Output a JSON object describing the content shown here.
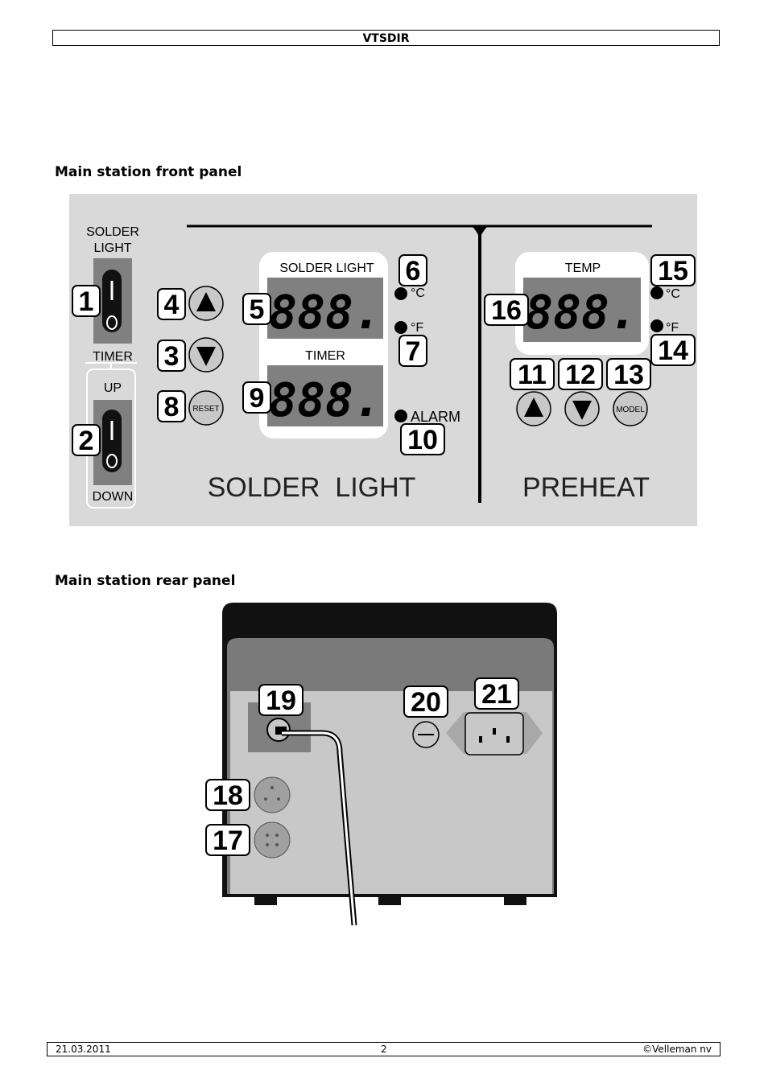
{
  "header": {
    "title": "VTSDIR"
  },
  "sections": {
    "front_title": "Main station front panel",
    "rear_title": "Main station rear panel"
  },
  "front_panel": {
    "solder_light_switch_label_1": "SOLDER",
    "solder_light_switch_label_2": "LIGHT",
    "timer_label": "TIMER",
    "up_label": "UP",
    "down_label": "DOWN",
    "solder_light_display_label": "SOLDER LIGHT",
    "timer_display_label": "TIMER",
    "temp_display_label": "TEMP",
    "display_value": "888.",
    "unit_c": "°C",
    "unit_f": "°F",
    "alarm_label": "ALARM",
    "reset_label": "RESET",
    "model_label": "MODEL",
    "solder_light_section": "SOLDER  LIGHT",
    "preheat_section": "PREHEAT",
    "callouts": [
      "1",
      "2",
      "3",
      "4",
      "5",
      "6",
      "7",
      "8",
      "9",
      "10",
      "11",
      "12",
      "13",
      "14",
      "15",
      "16"
    ]
  },
  "rear_panel": {
    "callouts": [
      "17",
      "18",
      "19",
      "20",
      "21"
    ]
  },
  "footer": {
    "date": "21.03.2011",
    "page": "2",
    "copyright": "©Velleman nv"
  }
}
